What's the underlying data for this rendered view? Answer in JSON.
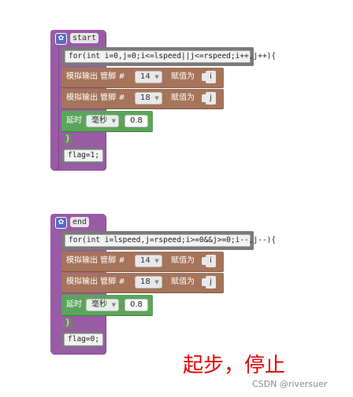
{
  "functions": [
    {
      "name": "start",
      "loop_code": "for(int i=0,j=0;i<=lspeed||j<=rspeed;i++,j++){",
      "analog_outputs": [
        {
          "label": "模拟输出 管脚 #",
          "pin": "14",
          "assign_label": "赋值为",
          "var": "i"
        },
        {
          "label": "模拟输出 管脚 #",
          "pin": "18",
          "assign_label": "赋值为",
          "var": "j"
        }
      ],
      "delay": {
        "label": "延时",
        "unit": "毫秒",
        "value": "0.8"
      },
      "close_brace": "}",
      "flag_code": "flag=1;"
    },
    {
      "name": "end",
      "loop_code": "for(int i=lspeed,j=rspeed;i>=0&&j>=0;i--,j--){",
      "analog_outputs": [
        {
          "label": "模拟输出 管脚 #",
          "pin": "14",
          "assign_label": "赋值为",
          "var": "i"
        },
        {
          "label": "模拟输出 管脚 #",
          "pin": "18",
          "assign_label": "赋值为",
          "var": "j"
        }
      ],
      "delay": {
        "label": "延时",
        "unit": "毫秒",
        "value": "0.8"
      },
      "close_brace": "}",
      "flag_code": "flag=0;"
    }
  ],
  "caption": "起步，停止",
  "watermark": "CSDN @riversuer",
  "colors": {
    "function_block": "#995ba5",
    "analog_block": "#a5745b",
    "delay_block": "#5ba55b",
    "code_block": "#7a7a7a",
    "caption_text": "#e60000"
  },
  "icons": {
    "function_hat": "gear-icon"
  }
}
